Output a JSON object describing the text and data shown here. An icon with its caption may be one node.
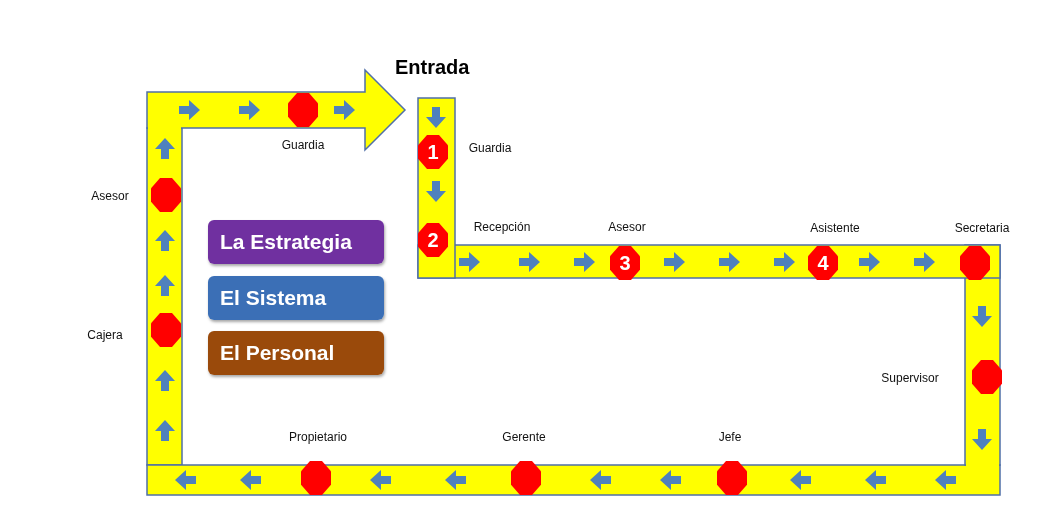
{
  "diagram": {
    "nodes": [
      {
        "text": [
          "1"
        ],
        "beside": [
          "Guardia"
        ]
      },
      {
        "text": [
          "2"
        ],
        "beside": [
          "Recepción"
        ]
      },
      {
        "text": [
          "3"
        ],
        "beside": [
          "Asesor"
        ]
      },
      {
        "text": [
          "4"
        ],
        "beside": [
          "Asistente"
        ]
      },
      {
        "text": [],
        "shape": "octagon",
        "beside": [
          "Secretaria"
        ]
      },
      {
        "text": [],
        "shape": "octagon",
        "beside": [
          "Supervisor"
        ]
      },
      {
        "text": [],
        "shape": "octagon",
        "beside": [
          "Jefe"
        ]
      },
      {
        "text": [],
        "shape": "octagon",
        "beside": [
          "Gerente"
        ]
      },
      {
        "text": [],
        "shape": "octagon",
        "beside": [
          "Propietario"
        ]
      },
      {
        "text": [],
        "shape": "octagon",
        "beside": [
          "Cajera"
        ]
      },
      {
        "text": [],
        "shape": "octagon",
        "beside": [
          "Asesor"
        ]
      },
      {
        "text": [],
        "shape": "octagon",
        "beside": [
          "Guardia"
        ]
      },
      {
        "text": [
          "La Estrategia"
        ]
      },
      {
        "text": [
          "El Sistema"
        ]
      },
      {
        "text": [
          "El Personal"
        ]
      }
    ],
    "labels": [
      "Entrada"
    ]
  }
}
